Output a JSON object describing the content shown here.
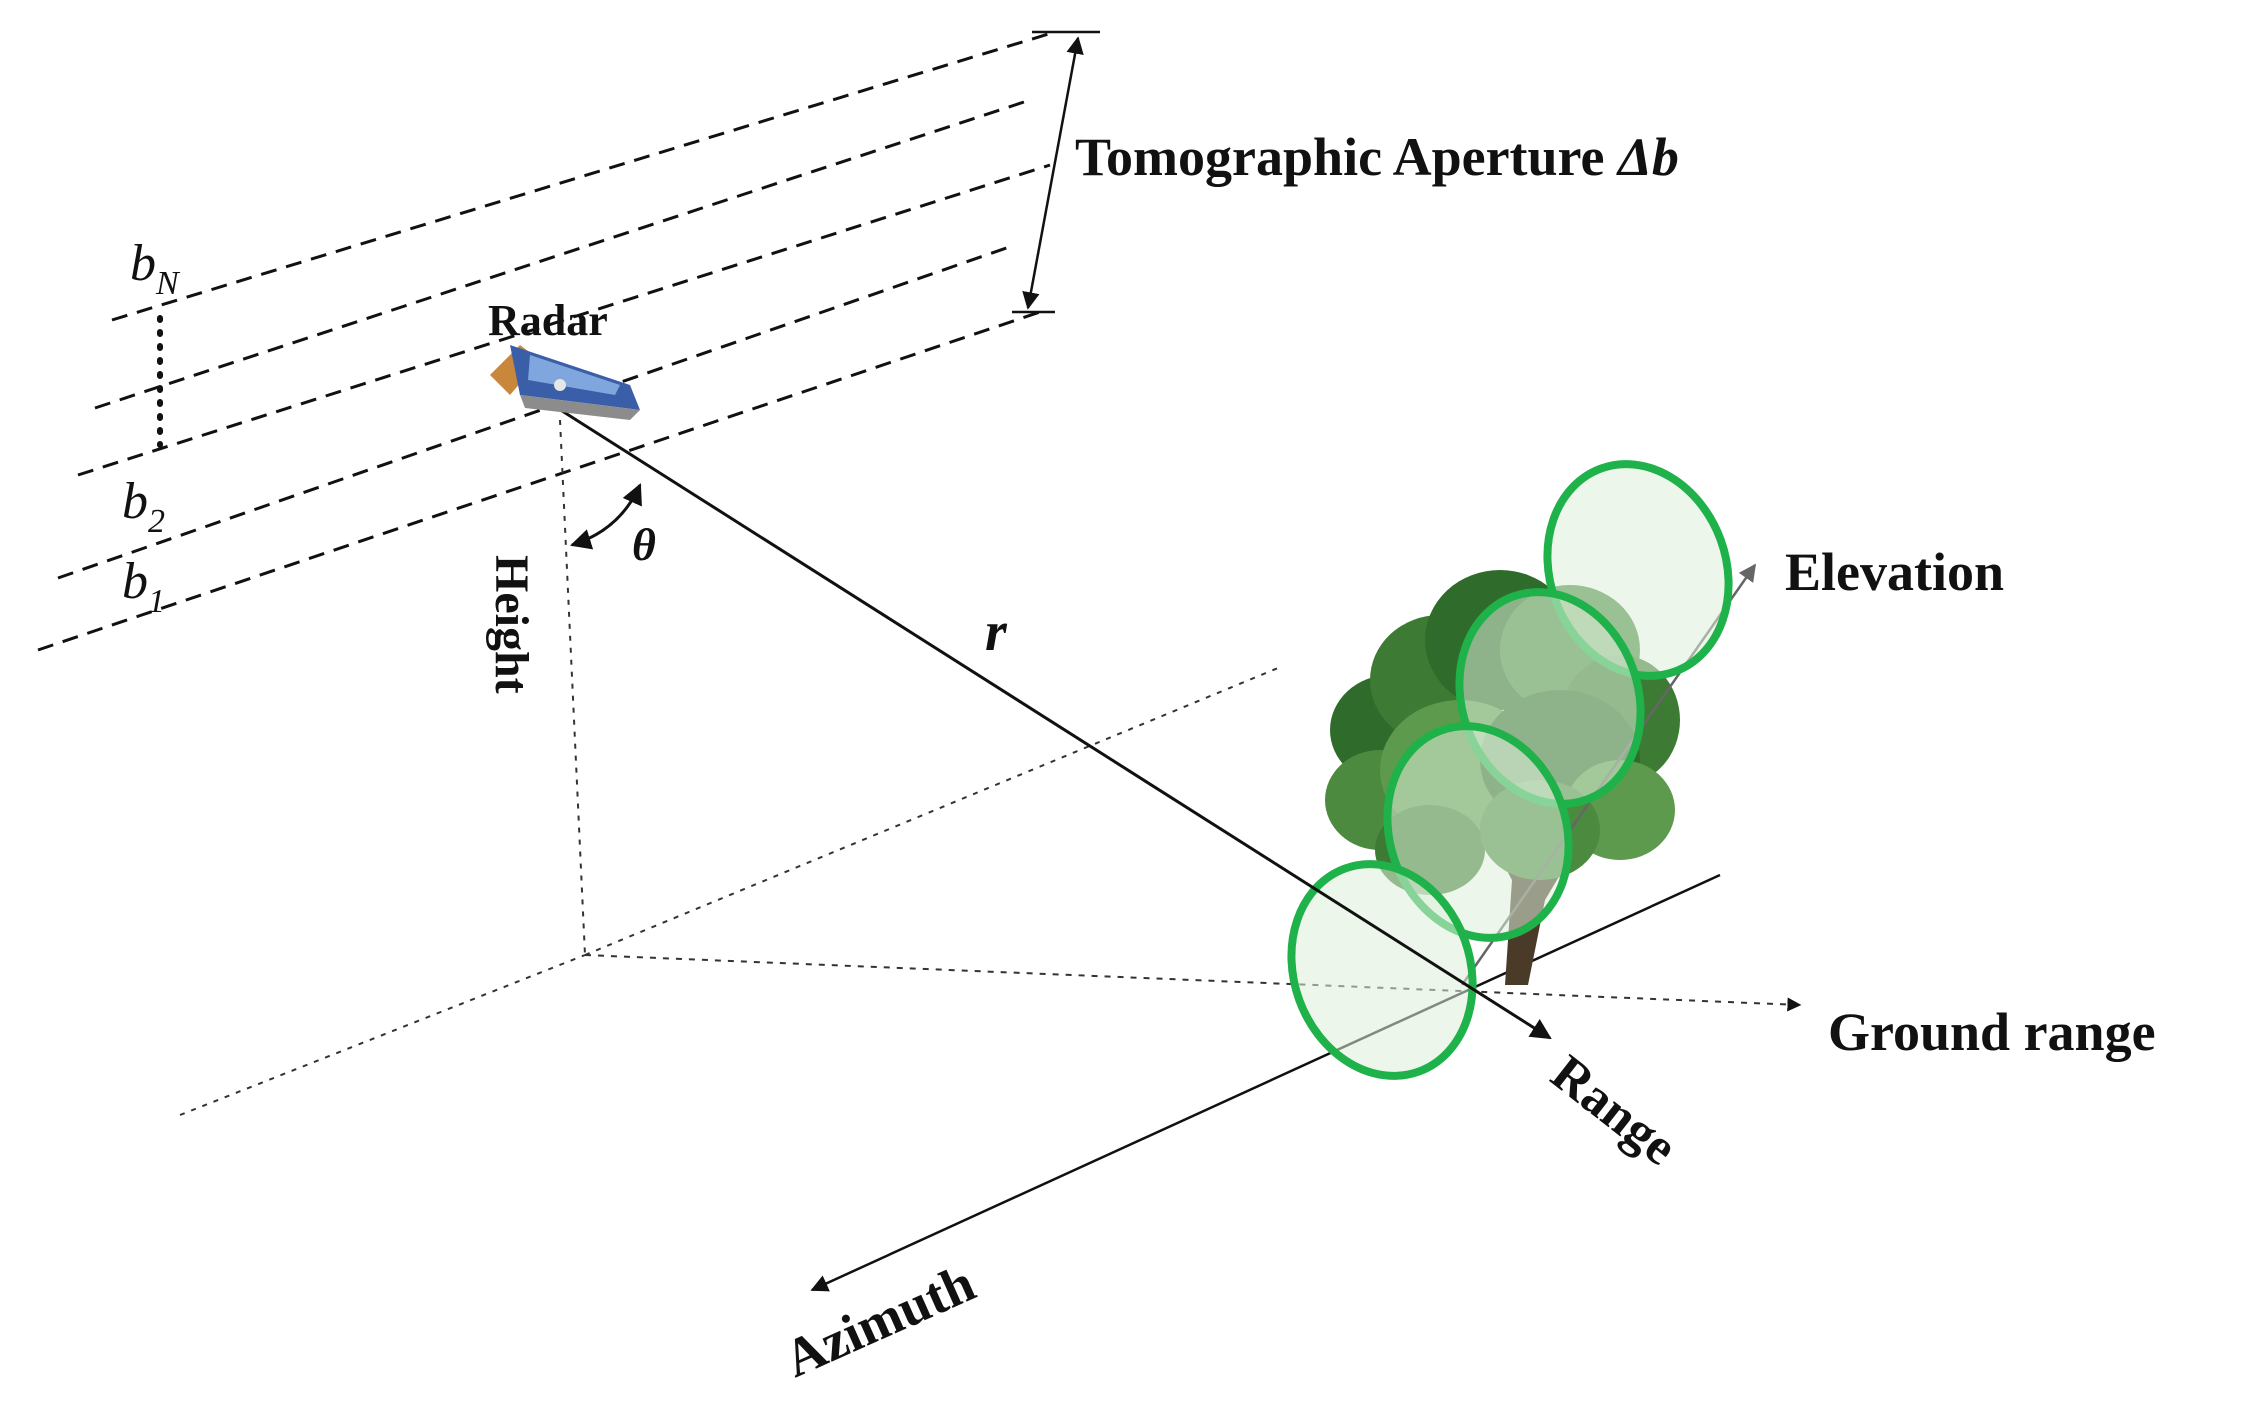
{
  "labels": {
    "tomographic_aperture": "Tomographic Aperture ",
    "delta_b": "Δb",
    "b_n": "b",
    "b_n_sub": "N",
    "b_2": "b",
    "b_2_sub": "2",
    "b_1": "b",
    "b_1_sub": "1",
    "radar": "Radar",
    "theta": "θ",
    "height": "Height",
    "r": "r",
    "elevation": "Elevation",
    "ground_range": "Ground range",
    "range": "Range",
    "azimuth": "Azimuth"
  },
  "colors": {
    "ellipse_stroke": "#1fb24a",
    "ellipse_fill": "#dcefd9",
    "tree_dark": "#2f6b2a",
    "tree_light": "#5d9a4e",
    "trunk": "#4a3a28",
    "line": "#111111"
  }
}
